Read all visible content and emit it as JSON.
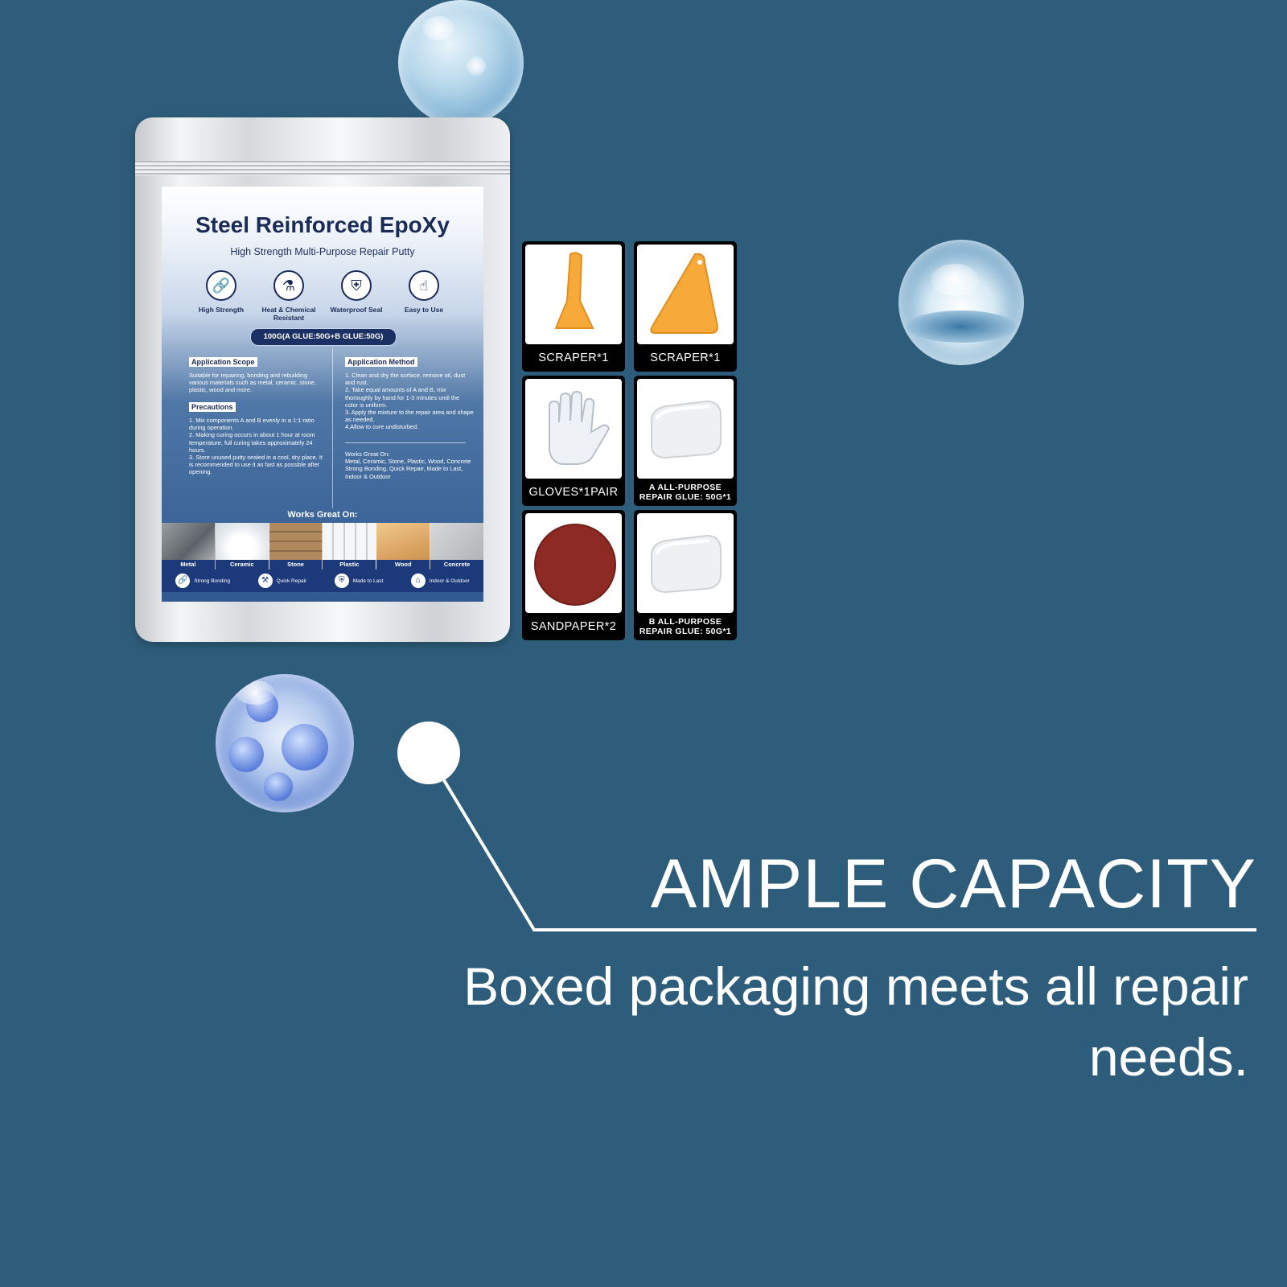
{
  "headline": "AMPLE CAPACITY",
  "subline": "Boxed packaging meets all repair needs.",
  "product": {
    "title": "Steel Reinforced EpoXy",
    "subtitle": "High Strength Multi-Purpose Repair Putty",
    "features": [
      {
        "icon": "chain-link-icon",
        "label": "High Strength"
      },
      {
        "icon": "flask-icon",
        "label": "Heat & Chemical Resistant"
      },
      {
        "icon": "shield-icon",
        "label": "Waterproof Seal"
      },
      {
        "icon": "thumbs-up-icon",
        "label": "Easy to Use"
      }
    ],
    "capacity": "100G(A GLUE:50G+B GLUE:50G)",
    "application_scope": {
      "heading": "Application Scope",
      "text": "Suitable for repairing, bonding and rebuilding various materials such as metal, ceramic, stone, plastic, wood and more."
    },
    "precautions": {
      "heading": "Precautions",
      "text": "1. Mix components A and B evenly in a 1:1 ratio during operation.\n2. Making curing occurs in about 1 hour at room temperature, full curing takes approximately 24 hours.\n3. Store unused putty sealed in a cool, dry place. It is recommended to use it as fast as possible after opening."
    },
    "application_method": {
      "heading": "Application Method",
      "text": "1. Clean and dry the surface, remove oil, dust and rust.\n2. Take equal amounts of A and B, mix thoroughly by hand for 1-3 minutes until the color is uniform.\n3. Apply the mixture to the repair area and shape as needed.\n4.Allow to cure undisturbed."
    },
    "works_great_note": "Works Great On:\n Metal, Ceramic, Stone, Plastic, Wood, Concrete Strong Bonding, Quick Repair, Made to Last, Indoor & Outdoor",
    "works_great_title": "Works Great On:",
    "materials": [
      "Metal",
      "Ceramic",
      "Stone",
      "Plastic",
      "Wood",
      "Concrete"
    ],
    "badges": [
      {
        "icon": "chain-link-icon",
        "label": "Strong Bonding"
      },
      {
        "icon": "tools-icon",
        "label": "Quick Repair"
      },
      {
        "icon": "shield-icon",
        "label": "Made to Last"
      },
      {
        "icon": "house-icon",
        "label": "Indoor & Outdoor"
      }
    ]
  },
  "accessories": [
    {
      "label": "SCRAPER*1"
    },
    {
      "label": "SCRAPER*1"
    },
    {
      "label": "GLOVES*1PAIR"
    },
    {
      "label": "A ALL-PURPOSE REPAIR GLUE: 50G*1"
    },
    {
      "label": "SANDPAPER*2"
    },
    {
      "label": "B ALL-PURPOSE REPAIR GLUE: 50G*1"
    }
  ],
  "colors": {
    "background": "#2e5d7b",
    "label_navy": "#1b2b57",
    "scraper_orange": "#f7a93a",
    "sandpaper_red": "#8e2a24"
  }
}
